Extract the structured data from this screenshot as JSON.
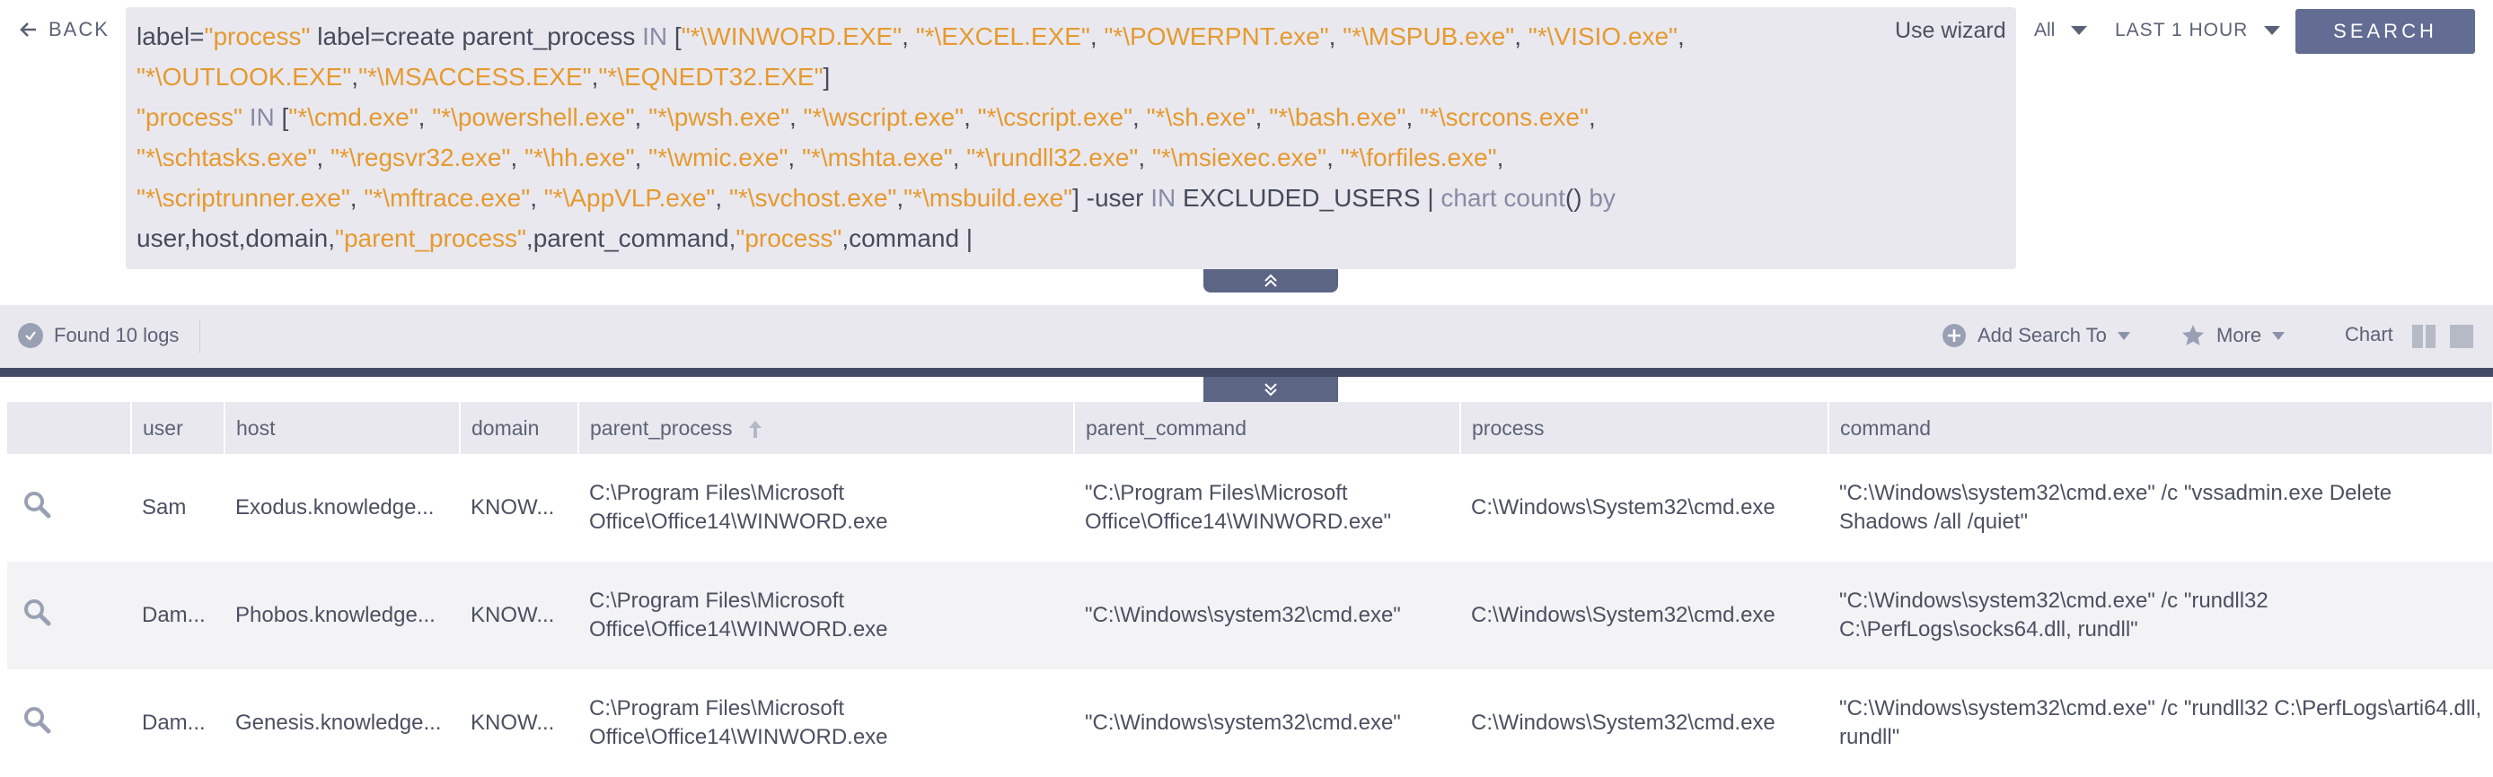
{
  "back_label": "BACK",
  "query": {
    "lines": [
      [
        {
          "t": "p",
          "v": "label="
        },
        {
          "t": "s",
          "v": "\"process\""
        },
        {
          "t": "p",
          "v": " label=create parent_process "
        },
        {
          "t": "k",
          "v": "IN"
        },
        {
          "t": "p",
          "v": " ["
        },
        {
          "t": "s",
          "v": "\"*\\WINWORD.EXE\""
        },
        {
          "t": "p",
          "v": ", "
        },
        {
          "t": "s",
          "v": "\"*\\EXCEL.EXE\""
        },
        {
          "t": "p",
          "v": ", "
        },
        {
          "t": "s",
          "v": "\"*\\POWERPNT.exe\""
        },
        {
          "t": "p",
          "v": ", "
        },
        {
          "t": "s",
          "v": "\"*\\MSPUB.exe\""
        },
        {
          "t": "p",
          "v": ", "
        },
        {
          "t": "s",
          "v": "\"*\\VISIO.exe\""
        },
        {
          "t": "p",
          "v": ","
        }
      ],
      [
        {
          "t": "s",
          "v": "\"*\\OUTLOOK.EXE\""
        },
        {
          "t": "p",
          "v": ","
        },
        {
          "t": "s",
          "v": "\"*\\MSACCESS.EXE\""
        },
        {
          "t": "p",
          "v": ","
        },
        {
          "t": "s",
          "v": "\"*\\EQNEDT32.EXE\""
        },
        {
          "t": "p",
          "v": "]"
        }
      ],
      [
        {
          "t": "s",
          "v": "\"process\""
        },
        {
          "t": "p",
          "v": " "
        },
        {
          "t": "k",
          "v": "IN"
        },
        {
          "t": "p",
          "v": " ["
        },
        {
          "t": "s",
          "v": "\"*\\cmd.exe\""
        },
        {
          "t": "p",
          "v": ", "
        },
        {
          "t": "s",
          "v": "\"*\\powershell.exe\""
        },
        {
          "t": "p",
          "v": ", "
        },
        {
          "t": "s",
          "v": "\"*\\pwsh.exe\""
        },
        {
          "t": "p",
          "v": ", "
        },
        {
          "t": "s",
          "v": "\"*\\wscript.exe\""
        },
        {
          "t": "p",
          "v": ", "
        },
        {
          "t": "s",
          "v": "\"*\\cscript.exe\""
        },
        {
          "t": "p",
          "v": ", "
        },
        {
          "t": "s",
          "v": "\"*\\sh.exe\""
        },
        {
          "t": "p",
          "v": ", "
        },
        {
          "t": "s",
          "v": "\"*\\bash.exe\""
        },
        {
          "t": "p",
          "v": ", "
        },
        {
          "t": "s",
          "v": "\"*\\scrcons.exe\""
        },
        {
          "t": "p",
          "v": ","
        }
      ],
      [
        {
          "t": "s",
          "v": "\"*\\schtasks.exe\""
        },
        {
          "t": "p",
          "v": ", "
        },
        {
          "t": "s",
          "v": "\"*\\regsvr32.exe\""
        },
        {
          "t": "p",
          "v": ", "
        },
        {
          "t": "s",
          "v": "\"*\\hh.exe\""
        },
        {
          "t": "p",
          "v": ", "
        },
        {
          "t": "s",
          "v": "\"*\\wmic.exe\""
        },
        {
          "t": "p",
          "v": ", "
        },
        {
          "t": "s",
          "v": "\"*\\mshta.exe\""
        },
        {
          "t": "p",
          "v": ", "
        },
        {
          "t": "s",
          "v": "\"*\\rundll32.exe\""
        },
        {
          "t": "p",
          "v": ", "
        },
        {
          "t": "s",
          "v": "\"*\\msiexec.exe\""
        },
        {
          "t": "p",
          "v": ", "
        },
        {
          "t": "s",
          "v": "\"*\\forfiles.exe\""
        },
        {
          "t": "p",
          "v": ","
        }
      ],
      [
        {
          "t": "s",
          "v": "\"*\\scriptrunner.exe\""
        },
        {
          "t": "p",
          "v": ", "
        },
        {
          "t": "s",
          "v": "\"*\\mftrace.exe\""
        },
        {
          "t": "p",
          "v": ", "
        },
        {
          "t": "s",
          "v": "\"*\\AppVLP.exe\""
        },
        {
          "t": "p",
          "v": ", "
        },
        {
          "t": "s",
          "v": "\"*\\svchost.exe\""
        },
        {
          "t": "p",
          "v": ","
        },
        {
          "t": "s",
          "v": "\"*\\msbuild.exe\""
        },
        {
          "t": "p",
          "v": "] -user "
        },
        {
          "t": "k",
          "v": "IN"
        },
        {
          "t": "p",
          "v": " EXCLUDED_USERS | "
        },
        {
          "t": "k",
          "v": "chart count"
        },
        {
          "t": "p",
          "v": "() "
        },
        {
          "t": "k",
          "v": "by"
        }
      ],
      [
        {
          "t": "p",
          "v": "user,host,domain,"
        },
        {
          "t": "s",
          "v": "\"parent_process\""
        },
        {
          "t": "p",
          "v": ",parent_command,"
        },
        {
          "t": "s",
          "v": "\"process\""
        },
        {
          "t": "p",
          "v": ",command |"
        }
      ]
    ]
  },
  "controls": {
    "wizard_label": "Use wizard",
    "repo_filter": "All",
    "time_range": "LAST 1 HOUR",
    "search_label": "SEARCH"
  },
  "status": {
    "found_text": "Found 10 logs",
    "add_search_label": "Add Search To",
    "more_label": "More",
    "chart_label": "Chart"
  },
  "table": {
    "columns": [
      "",
      "user",
      "host",
      "domain",
      "parent_process",
      "parent_command",
      "process",
      "command"
    ],
    "rows": [
      {
        "user": "Sam",
        "host": "Exodus.knowledge...",
        "domain": "KNOW...",
        "parent_process": "C:\\Program Files\\Microsoft Office\\Office14\\WINWORD.exe",
        "parent_command": "\"C:\\Program Files\\Microsoft Office\\Office14\\WINWORD.exe\"",
        "process": "C:\\Windows\\System32\\cmd.exe",
        "command": "\"C:\\Windows\\system32\\cmd.exe\" /c \"vssadmin.exe Delete Shadows /all /quiet\""
      },
      {
        "user": "Dam...",
        "host": "Phobos.knowledge...",
        "domain": "KNOW...",
        "parent_process": "C:\\Program Files\\Microsoft Office\\Office14\\WINWORD.exe",
        "parent_command": "\"C:\\Windows\\system32\\cmd.exe\"",
        "process": "C:\\Windows\\System32\\cmd.exe",
        "command": "\"C:\\Windows\\system32\\cmd.exe\" /c \"rundll32 C:\\PerfLogs\\socks64.dll, rundll\""
      },
      {
        "user": "Dam...",
        "host": "Genesis.knowledge...",
        "domain": "KNOW...",
        "parent_process": "C:\\Program Files\\Microsoft Office\\Office14\\WINWORD.exe",
        "parent_command": "\"C:\\Windows\\system32\\cmd.exe\"",
        "process": "C:\\Windows\\System32\\cmd.exe",
        "command": "\"C:\\Windows\\system32\\cmd.exe\" /c \"rundll32 C:\\PerfLogs\\arti64.dll, rundll\""
      }
    ]
  },
  "colors": {
    "accent": "#636c93",
    "string_token": "#e59a2f",
    "keyword_token": "#868ca6"
  },
  "icons": {
    "back": "arrow-left-icon",
    "found": "check-circle-icon",
    "add": "plus-circle-icon",
    "more": "star-icon",
    "row": "search-icon"
  }
}
